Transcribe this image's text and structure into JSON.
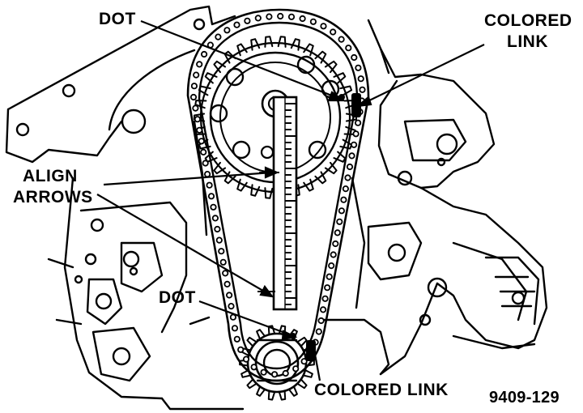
{
  "labels": {
    "dot_top": "DOT",
    "colored_link_top_line1": "COLORED",
    "colored_link_top_line2": "LINK",
    "align_arrows_line1": "ALIGN",
    "align_arrows_line2": "ARROWS",
    "dot_bottom": "DOT",
    "colored_link_bottom": "COLORED LINK",
    "figure_code": "9409-129"
  },
  "colors": {
    "ink": "#000000",
    "paper": "#ffffff"
  },
  "icons": {
    "camshaft_sprocket": "gear",
    "crankshaft_sprocket": "gear",
    "timing_chain": "chain",
    "alignment_rule": "ruler"
  }
}
